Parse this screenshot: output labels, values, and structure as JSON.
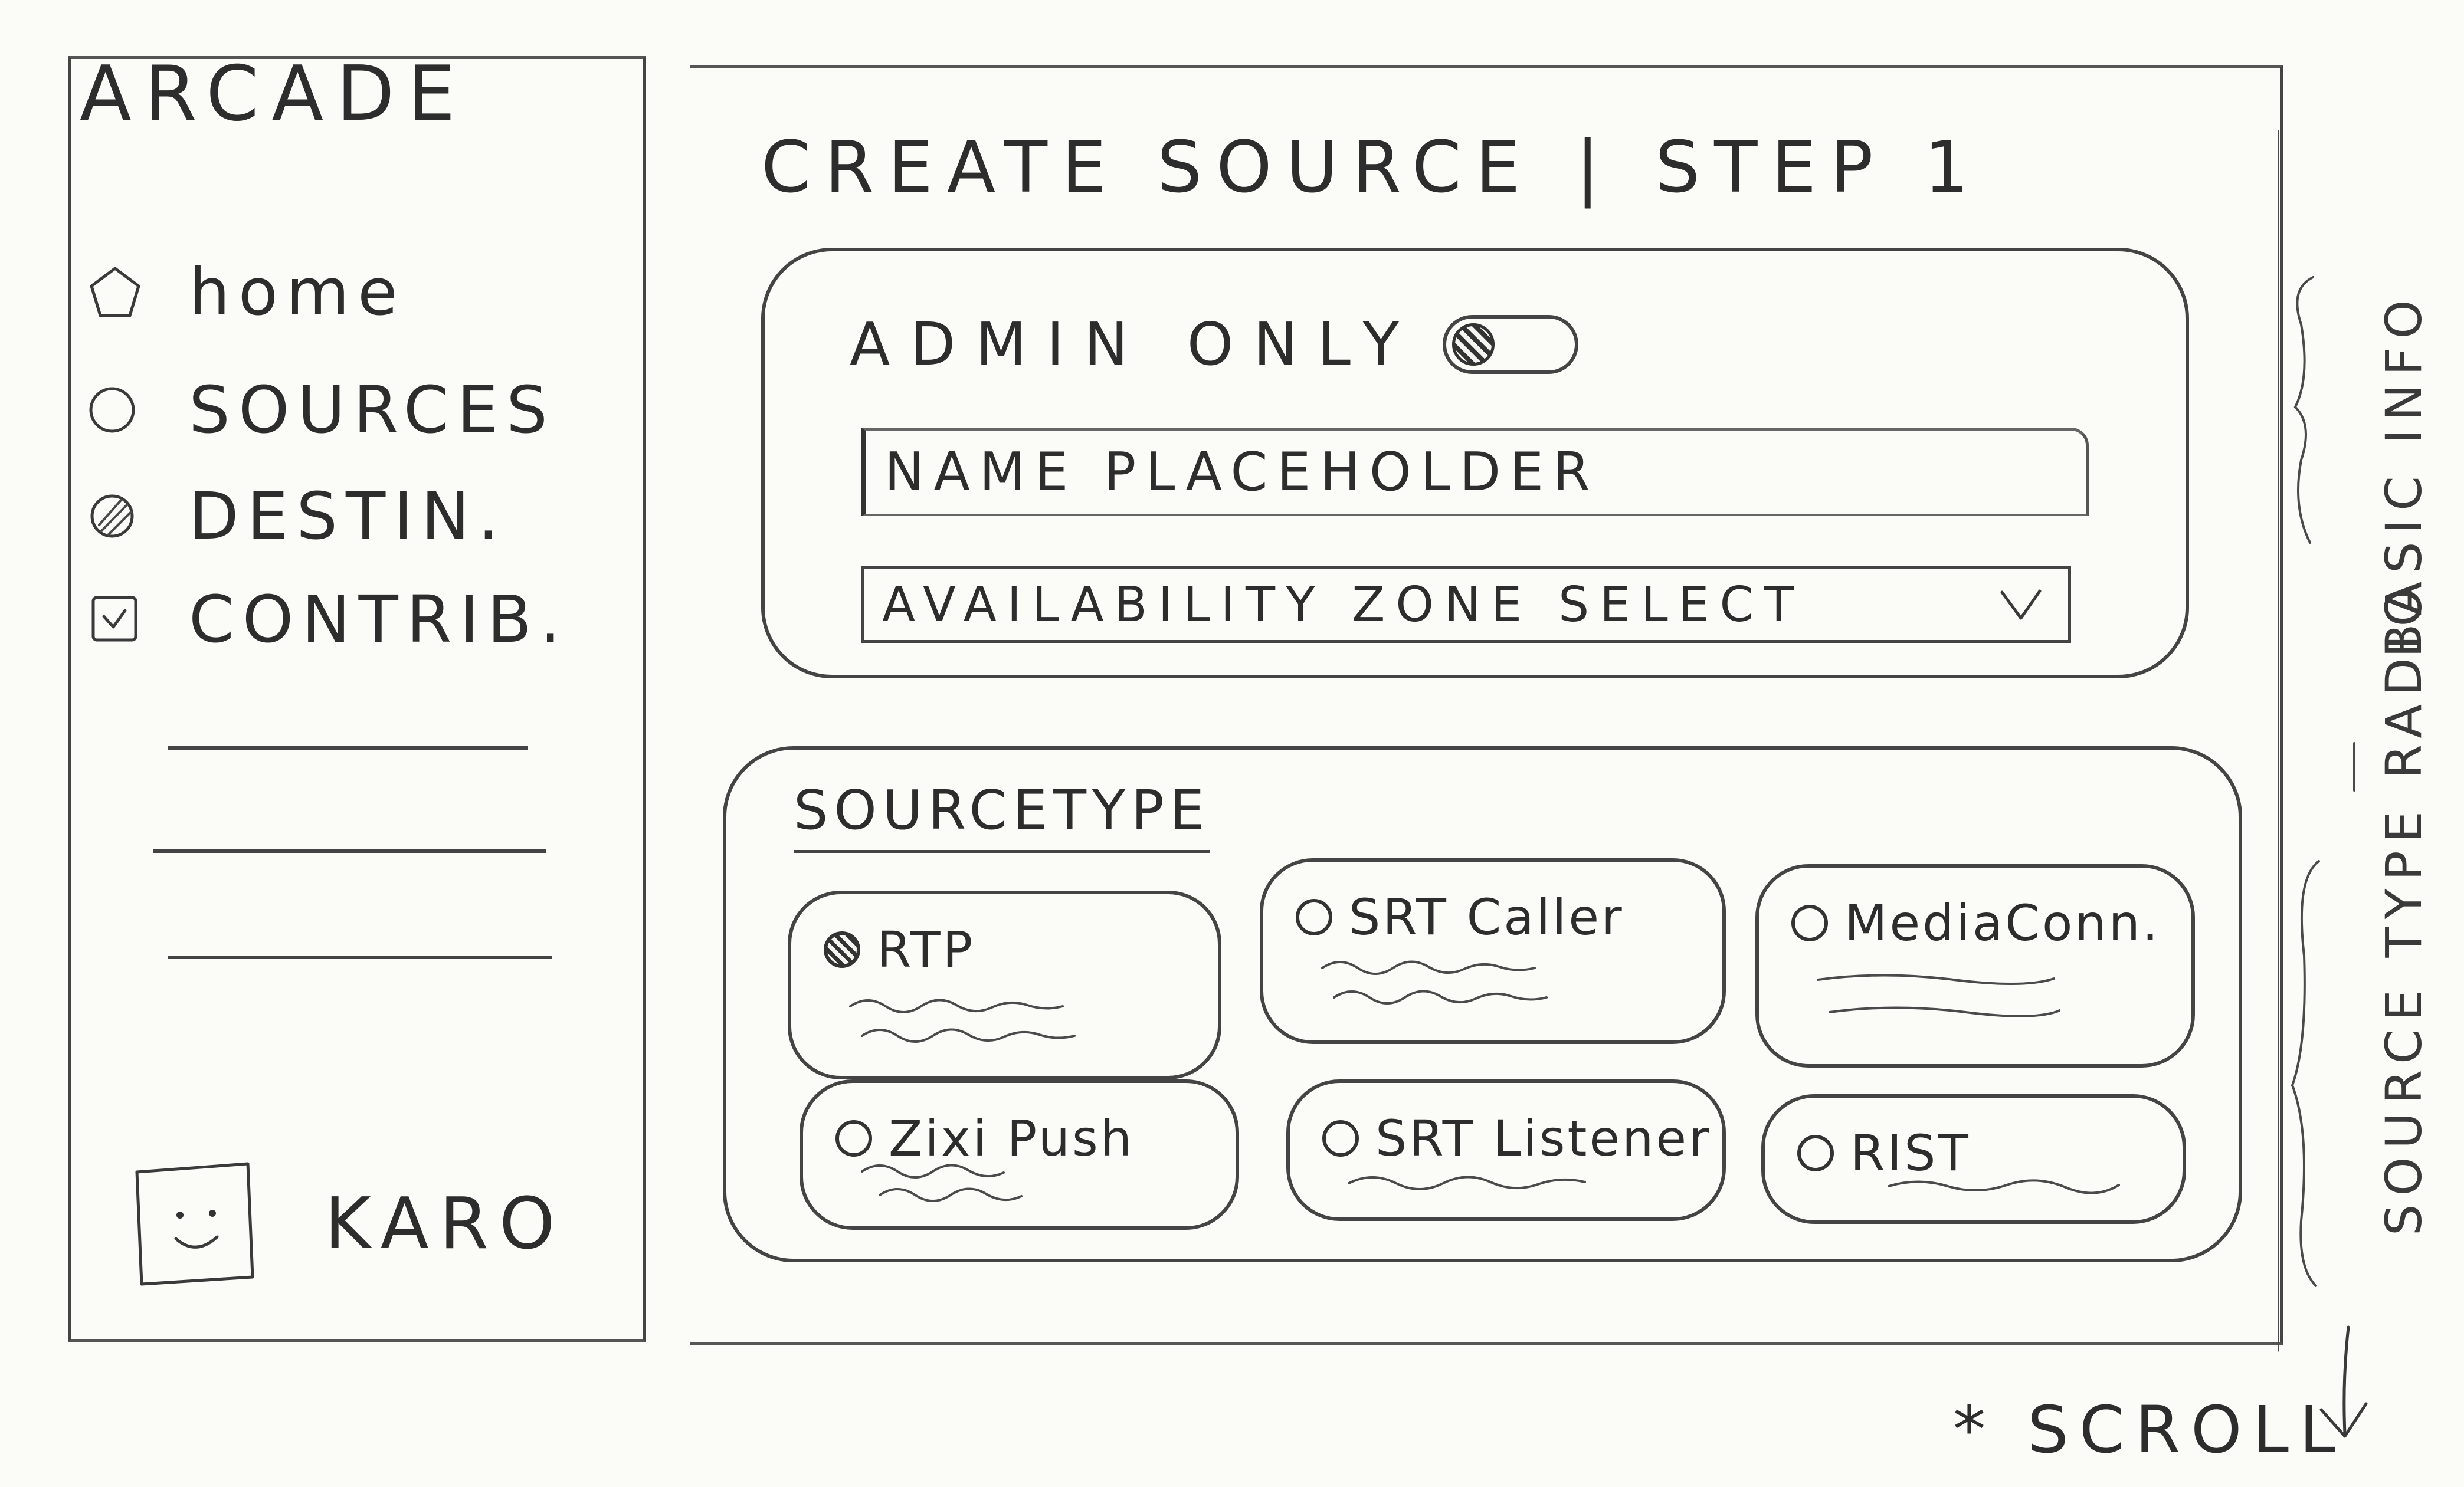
{
  "sidebar": {
    "app_title": "ARCADE",
    "items": [
      {
        "label": "home",
        "icon": "home-icon"
      },
      {
        "label": "SOURCES",
        "icon": "source-circle-icon"
      },
      {
        "label": "DESTIN.",
        "icon": "destination-filled-circle-icon"
      },
      {
        "label": "CONTRIB.",
        "icon": "contribution-checkbox-icon"
      }
    ],
    "user": {
      "name": "KARO",
      "avatar": "smiley-avatar"
    }
  },
  "header": {
    "title": "CREATE SOURCE",
    "separator": "|",
    "step": "STEP 1"
  },
  "basic_info": {
    "admin_only_label": "ADMIN ONLY",
    "admin_only_enabled": true,
    "name_placeholder": "NAME PLACEHOLDER",
    "availability_select_value": "AVAILABILITY ZONE SELECT",
    "availability_chevron": "chevron-down-icon"
  },
  "source_type": {
    "heading": "SOURCETYPE",
    "options": [
      {
        "label": "RTP",
        "selected": true
      },
      {
        "label": "SRT Caller",
        "selected": false
      },
      {
        "label": "MediaConn.",
        "selected": false
      },
      {
        "label": "Zixi Push",
        "selected": false
      },
      {
        "label": "SRT Listener",
        "selected": false
      },
      {
        "label": "RIST",
        "selected": false
      }
    ]
  },
  "annotations": {
    "basic_info": "BASIC INFO",
    "source_type_radio": "SOURCE TYPE RADIO",
    "scroll": "* SCROLL"
  },
  "colors": {
    "ink": "#3a3a3a",
    "paper": "#fbfbf8"
  }
}
